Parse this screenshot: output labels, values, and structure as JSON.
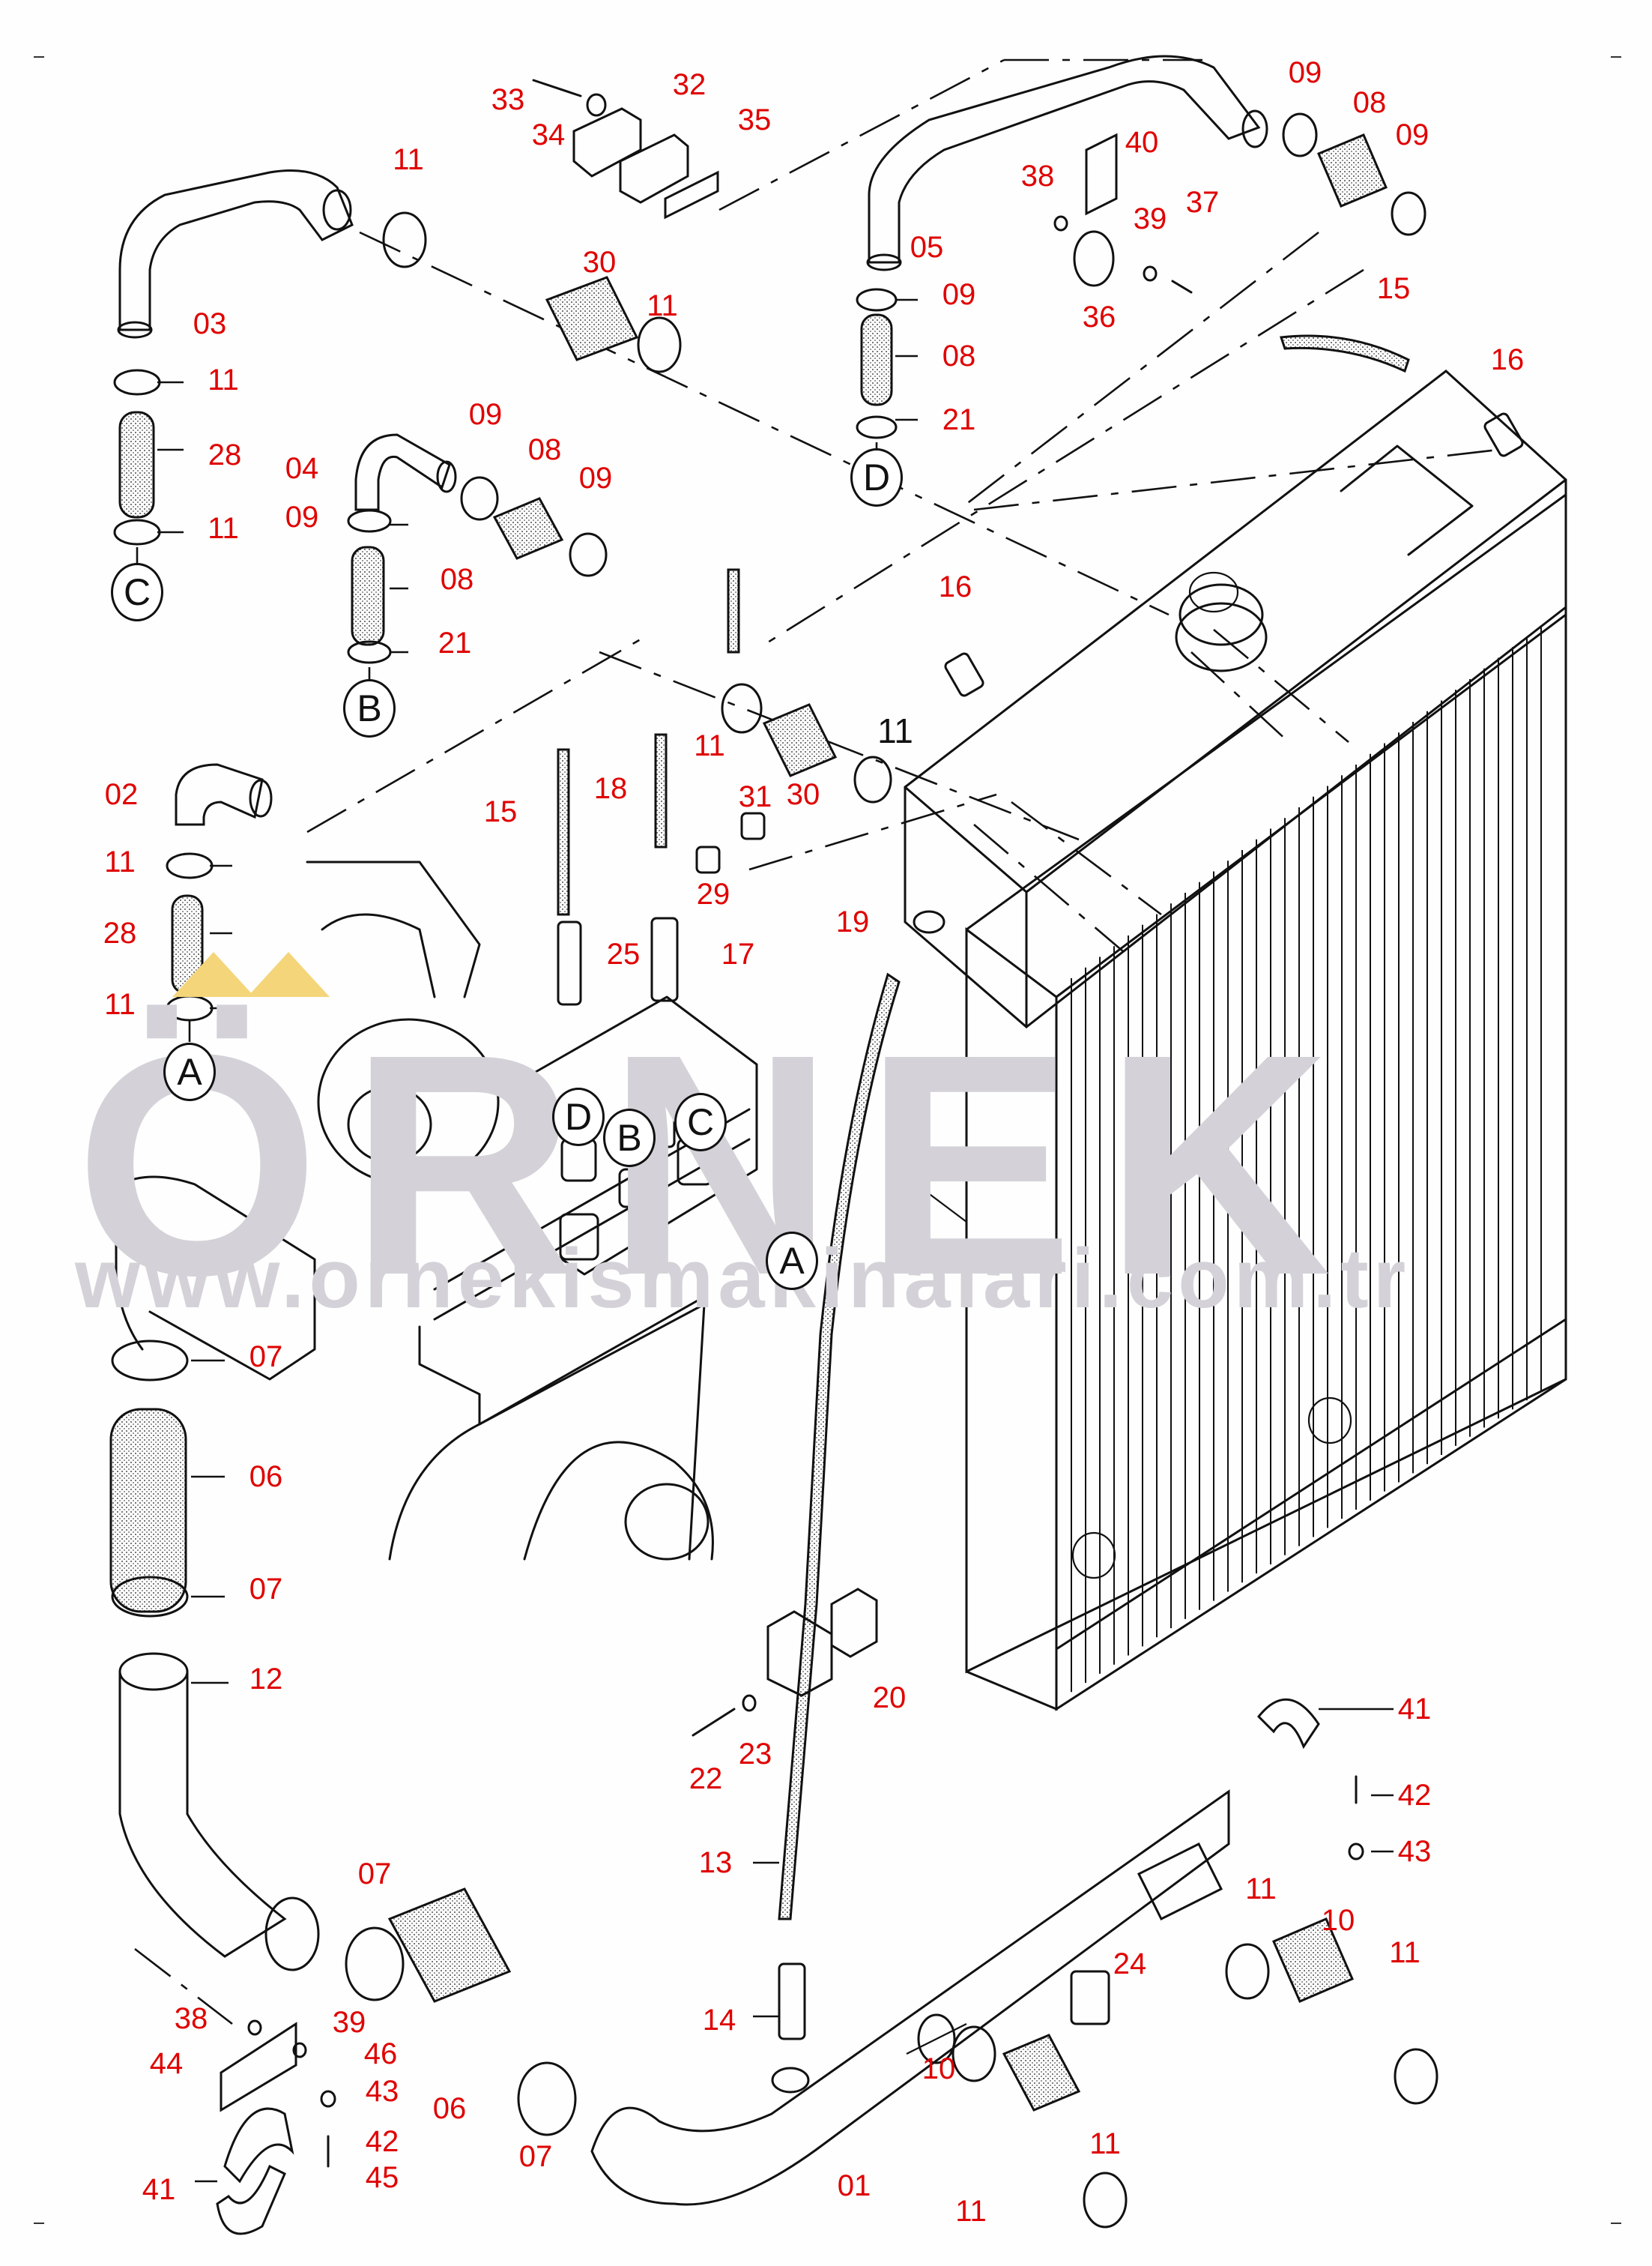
{
  "watermark": {
    "brand": "ÖRNEK",
    "url": "www.ornekismakinalari.com.tr",
    "brand_color": "#d4d2d8",
    "umlaut_color": "#f5d57a"
  },
  "colors": {
    "callout": "#e00000",
    "line": "#111111",
    "background": "#fdfefd"
  },
  "callouts": [
    {
      "id": "c33",
      "text": "33"
    },
    {
      "id": "c32",
      "text": "32"
    },
    {
      "id": "c34",
      "text": "34"
    },
    {
      "id": "c35",
      "text": "35"
    },
    {
      "id": "c11a",
      "text": "11"
    },
    {
      "id": "c03",
      "text": "03"
    },
    {
      "id": "c30a",
      "text": "30"
    },
    {
      "id": "c11b",
      "text": "11"
    },
    {
      "id": "c11c",
      "text": "11"
    },
    {
      "id": "c28a",
      "text": "28"
    },
    {
      "id": "c11d",
      "text": "11"
    },
    {
      "id": "c04",
      "text": "04"
    },
    {
      "id": "c09a",
      "text": "09"
    },
    {
      "id": "c08a",
      "text": "08"
    },
    {
      "id": "c09b",
      "text": "09"
    },
    {
      "id": "c09c",
      "text": "09"
    },
    {
      "id": "c08b",
      "text": "08"
    },
    {
      "id": "c21a",
      "text": "21"
    },
    {
      "id": "c09d",
      "text": "09"
    },
    {
      "id": "c08c",
      "text": "08"
    },
    {
      "id": "c09e",
      "text": "09"
    },
    {
      "id": "c40",
      "text": "40"
    },
    {
      "id": "c38a",
      "text": "38"
    },
    {
      "id": "c39a",
      "text": "39"
    },
    {
      "id": "c37",
      "text": "37"
    },
    {
      "id": "c05",
      "text": "05"
    },
    {
      "id": "c36",
      "text": "36"
    },
    {
      "id": "c09f",
      "text": "09"
    },
    {
      "id": "c08d",
      "text": "08"
    },
    {
      "id": "c21b",
      "text": "21"
    },
    {
      "id": "c15a",
      "text": "15"
    },
    {
      "id": "c16a",
      "text": "16"
    },
    {
      "id": "c16b",
      "text": "16"
    },
    {
      "id": "c02",
      "text": "02"
    },
    {
      "id": "c11e",
      "text": "11"
    },
    {
      "id": "c28b",
      "text": "28"
    },
    {
      "id": "c11f",
      "text": "11"
    },
    {
      "id": "c15b",
      "text": "15"
    },
    {
      "id": "c18",
      "text": "18"
    },
    {
      "id": "c11g",
      "text": "11"
    },
    {
      "id": "c30b",
      "text": "30"
    },
    {
      "id": "c11h",
      "text": "11",
      "black": true
    },
    {
      "id": "c31",
      "text": "31"
    },
    {
      "id": "c29",
      "text": "29"
    },
    {
      "id": "c25",
      "text": "25"
    },
    {
      "id": "c17",
      "text": "17"
    },
    {
      "id": "c19",
      "text": "19"
    },
    {
      "id": "c07a",
      "text": "07"
    },
    {
      "id": "c06a",
      "text": "06"
    },
    {
      "id": "c07b",
      "text": "07"
    },
    {
      "id": "c12",
      "text": "12"
    },
    {
      "id": "c20",
      "text": "20"
    },
    {
      "id": "c22",
      "text": "22"
    },
    {
      "id": "c23",
      "text": "23"
    },
    {
      "id": "c13",
      "text": "13"
    },
    {
      "id": "c14",
      "text": "14"
    },
    {
      "id": "c07c",
      "text": "07"
    },
    {
      "id": "c38b",
      "text": "38"
    },
    {
      "id": "c39b",
      "text": "39"
    },
    {
      "id": "c44",
      "text": "44"
    },
    {
      "id": "c46",
      "text": "46"
    },
    {
      "id": "c43a",
      "text": "43"
    },
    {
      "id": "c42a",
      "text": "42"
    },
    {
      "id": "c45",
      "text": "45"
    },
    {
      "id": "c41a",
      "text": "41"
    },
    {
      "id": "c06b",
      "text": "06"
    },
    {
      "id": "c07d",
      "text": "07"
    },
    {
      "id": "c01",
      "text": "01"
    },
    {
      "id": "c41b",
      "text": "41"
    },
    {
      "id": "c42b",
      "text": "42"
    },
    {
      "id": "c43b",
      "text": "43"
    },
    {
      "id": "c11i",
      "text": "11"
    },
    {
      "id": "c10a",
      "text": "10"
    },
    {
      "id": "c11j",
      "text": "11"
    },
    {
      "id": "c24",
      "text": "24"
    },
    {
      "id": "c10b",
      "text": "10"
    },
    {
      "id": "c11k",
      "text": "11"
    },
    {
      "id": "c11l",
      "text": "11"
    }
  ],
  "refs": [
    {
      "id": "rC1",
      "text": "C"
    },
    {
      "id": "rB1",
      "text": "B"
    },
    {
      "id": "rD1",
      "text": "D"
    },
    {
      "id": "rA1",
      "text": "A"
    },
    {
      "id": "rD2",
      "text": "D"
    },
    {
      "id": "rB2",
      "text": "B"
    },
    {
      "id": "rC2",
      "text": "C"
    },
    {
      "id": "rA2",
      "text": "A"
    }
  ]
}
